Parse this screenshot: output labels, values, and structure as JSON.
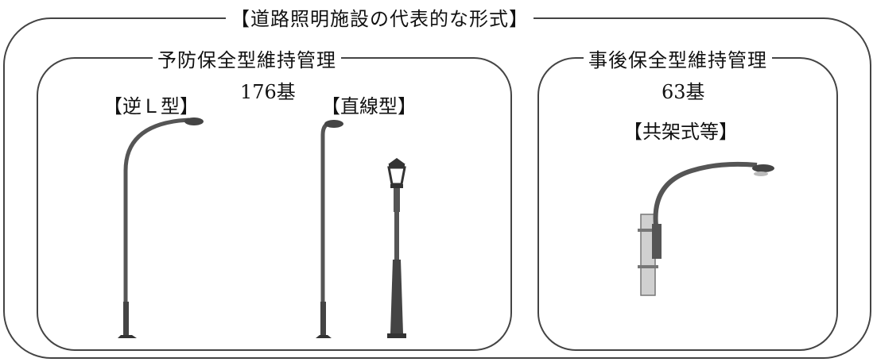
{
  "main_title": "【道路照明施設の代表的な形式】",
  "preventive": {
    "title": "予防保全型維持管理",
    "count": "176基",
    "types": [
      "【逆Ｌ型】",
      "【直線型】"
    ]
  },
  "corrective": {
    "title": "事後保全型維持管理",
    "count": "63基",
    "types": [
      "【共架式等】"
    ]
  }
}
